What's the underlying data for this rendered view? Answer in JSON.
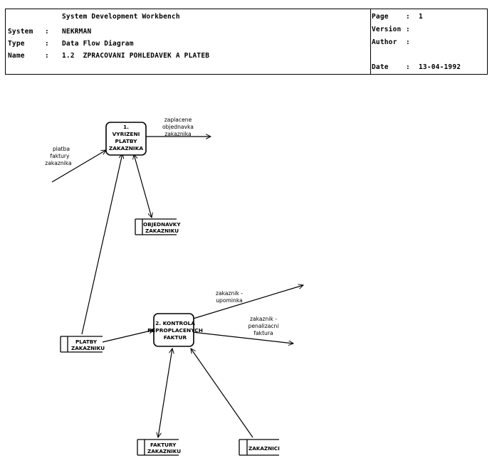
{
  "header": {
    "workbench": "System Development Workbench",
    "system_label": "System",
    "system_value": "NEKRMAN",
    "type_label": "Type",
    "type_value": "Data Flow Diagram",
    "name_label": "Name",
    "name_value": "1.2  ZPRACOVANI POHLEDAVEK A PLATEB",
    "colon": ":",
    "page_label": "Page",
    "page_value": "1",
    "version_label": "Version",
    "version_value": "",
    "author_label": "Author",
    "author_value": "",
    "date_label": "Date",
    "date_value": "13-04-1992"
  },
  "processes": {
    "p1": {
      "lines": [
        "1.",
        "VYRIZENI",
        "PLATBY",
        "ZAKAZNIKA"
      ]
    },
    "p2": {
      "lines": [
        "2. KONTROLA",
        "NEPROPLACENYCH",
        "FAKTUR"
      ]
    }
  },
  "stores": {
    "objednavky": {
      "lines": [
        "OBJEDNAVKY",
        "ZAKAZNIKU"
      ]
    },
    "platby": {
      "lines": [
        "PLATBY",
        "ZAKAZNIKU"
      ]
    },
    "faktury": {
      "lines": [
        "FAKTURY",
        "ZAKAZNIKU"
      ]
    },
    "zakaznici": {
      "lines": [
        "ZAKAZNICI"
      ]
    }
  },
  "flows": {
    "platba_faktury": {
      "lines": [
        "platba",
        "faktury",
        "zakaznika"
      ]
    },
    "zaplacene": {
      "lines": [
        "zaplacene",
        "objednavka",
        "zakaznika"
      ]
    },
    "upominka": {
      "lines": [
        "zakaznik -",
        "upominka"
      ]
    },
    "penalizacni": {
      "lines": [
        "zakaznik -",
        "penalizacni",
        "faktura"
      ]
    }
  }
}
